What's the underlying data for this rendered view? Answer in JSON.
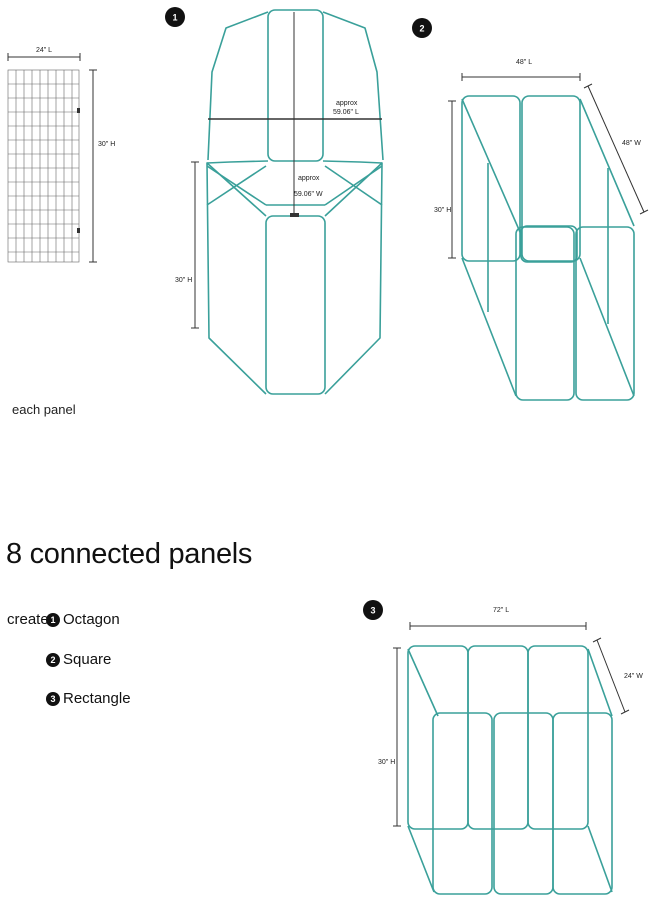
{
  "panel": {
    "length_label": "24\" L",
    "height_label": "30\" H",
    "caption": "each panel"
  },
  "octagon": {
    "badge": "1",
    "length_label_line1": "approx",
    "length_label_line2": "59.06\" L",
    "width_label_line1": "approx",
    "width_label_line2": "59.06\" W",
    "height_label": "30\" H"
  },
  "square": {
    "badge": "2",
    "length_label": "48\" L",
    "width_label": "48\" W",
    "height_label": "30\" H"
  },
  "rectangle": {
    "badge": "3",
    "length_label": "72\" L",
    "width_label": "24\" W",
    "height_label": "30\" H"
  },
  "headline": "8 connected panels",
  "create_label": "create",
  "options": [
    {
      "num": "1",
      "label": "Octagon"
    },
    {
      "num": "2",
      "label": "Square"
    },
    {
      "num": "3",
      "label": "Rectangle"
    }
  ],
  "colors": {
    "frame": "#3aa09a",
    "dimension": "#333333",
    "badge": "#111111"
  }
}
